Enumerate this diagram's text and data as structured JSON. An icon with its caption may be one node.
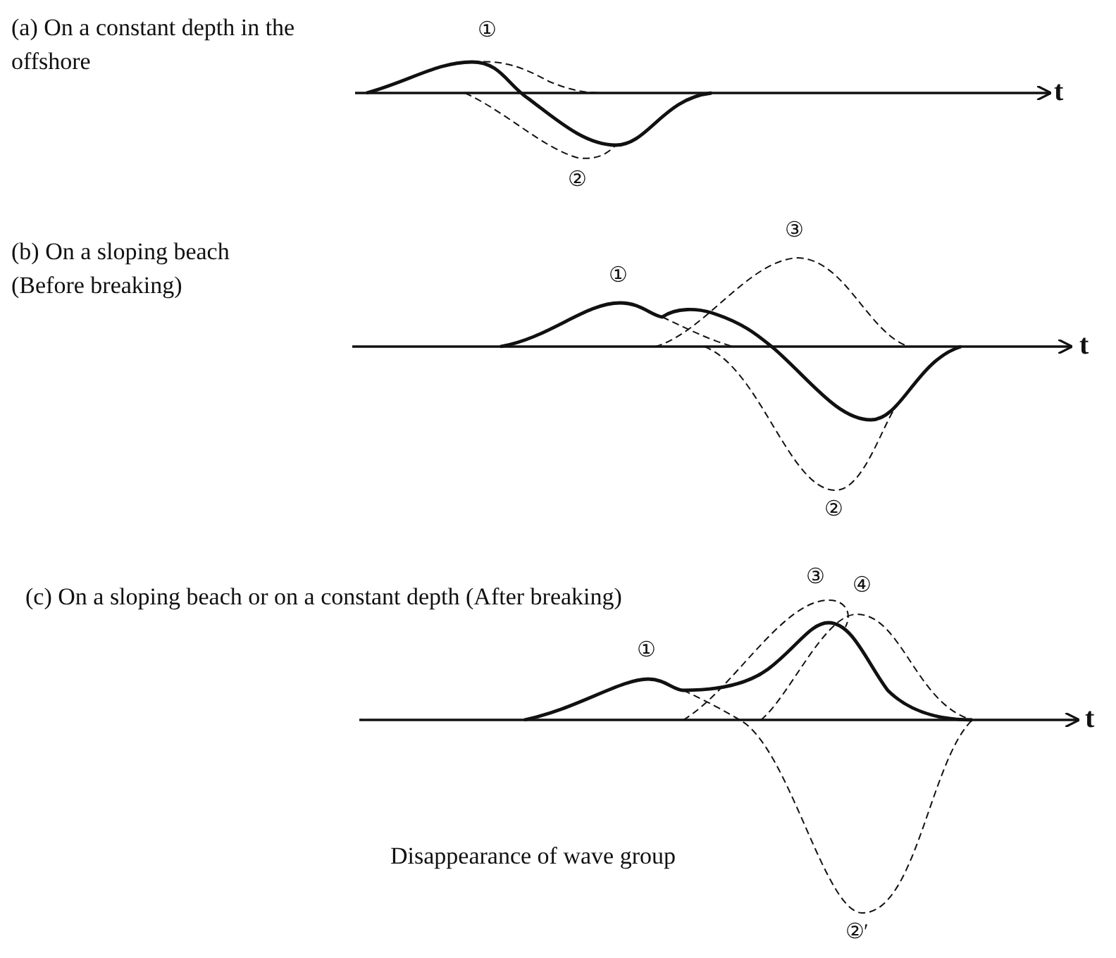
{
  "diagram": {
    "labels": [
      "(a) On a constant depth in the offshore",
      "①",
      "t",
      "②",
      "(b) On a sloping beach (Before breaking)",
      "③",
      "①",
      "t",
      "②",
      "(c) On a sloping beach or on a constant depth (After breaking)",
      "③",
      "④",
      "①",
      "t",
      "Disappearance of wave group",
      "②′"
    ]
  }
}
